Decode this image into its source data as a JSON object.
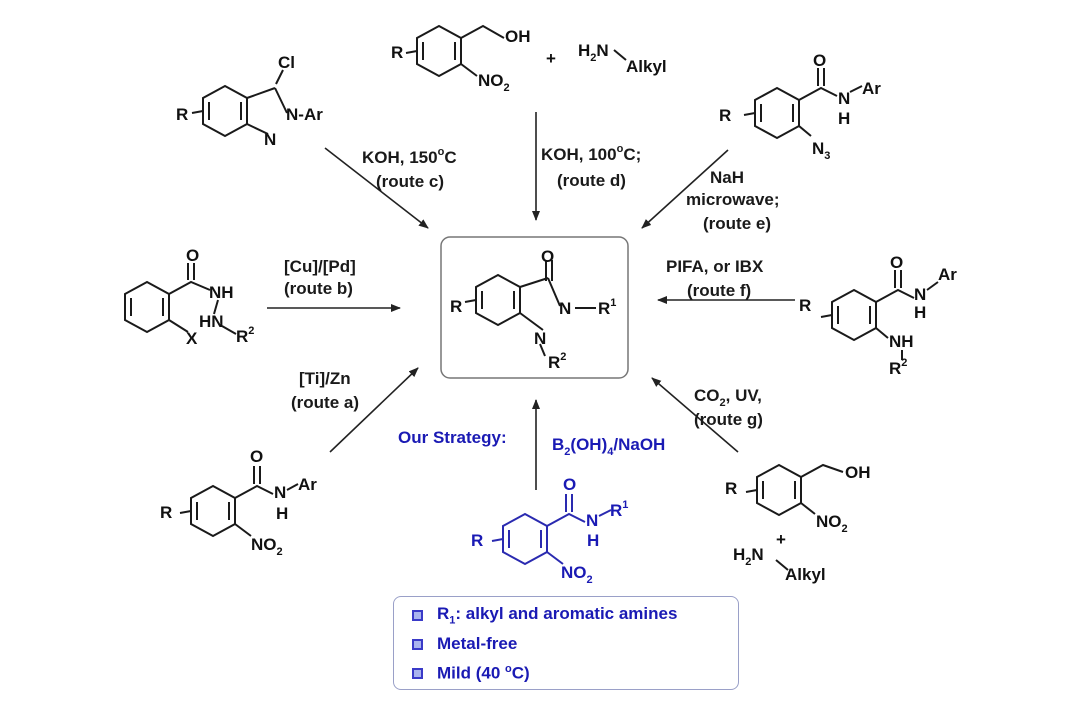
{
  "center": {
    "r": "R",
    "r1": "R",
    "r1_sup": "1",
    "n1": "N",
    "n2": "N",
    "r2": "R",
    "r2_sup": "2",
    "o": "O"
  },
  "routes": {
    "c": {
      "cond": "KOH, 150",
      "deg": "o",
      "unit": "C",
      "route": "(route c)",
      "sub": {
        "cl": "Cl",
        "r": "R",
        "n2": "N-Ar",
        "n1": "N"
      }
    },
    "d": {
      "cond": "KOH, 100",
      "deg": "o",
      "unit": "C;",
      "route": "(route d)",
      "sub": {
        "oh": "OH",
        "r": "R",
        "no2": "NO",
        "no2_sub": "2",
        "plus": "+",
        "amine_h": "H",
        "amine_sub": "2",
        "amine_n": "N",
        "alkyl": "Alkyl"
      }
    },
    "e": {
      "cond1": "NaH",
      "cond2": "microwave;",
      "route": "(route e)",
      "sub": {
        "o": "O",
        "n": "N",
        "ar": "Ar",
        "h": "H",
        "r": "R",
        "n3": "N",
        "n3_sub": "3"
      }
    },
    "b": {
      "cond": "[Cu]/[Pd]",
      "route": "(route b)",
      "sub": {
        "o": "O",
        "nh": "NH",
        "hn": "HN",
        "r2": "R",
        "r2_sup": "2",
        "x": "X"
      }
    },
    "f": {
      "cond": "PIFA, or IBX",
      "route": "(route f)",
      "sub": {
        "o": "O",
        "n": "N",
        "ar": "Ar",
        "h": "H",
        "r": "R",
        "nh": "NH",
        "r2": "R",
        "r2_sup": "2"
      }
    },
    "a": {
      "cond": "[Ti]/Zn",
      "route": "(route a)",
      "sub": {
        "o": "O",
        "n": "N",
        "ar": "Ar",
        "h": "H",
        "r": "R",
        "no2": "NO",
        "no2_sub": "2"
      }
    },
    "g": {
      "cond1": "CO",
      "cond1_sub": "2",
      "cond1_rest": ", UV,",
      "route": "(route g)",
      "sub": {
        "oh": "OH",
        "r": "R",
        "no2": "NO",
        "no2_sub": "2",
        "plus": "+",
        "amine_h": "H",
        "amine_sub": "2",
        "amine_n": "N",
        "alkyl": "Alkyl"
      }
    }
  },
  "strategy": {
    "label": "Our Strategy:",
    "reagent_b": "B",
    "reagent_b_sub": "2",
    "reagent_oh": "(OH)",
    "reagent_oh_sub": "4",
    "reagent_rest": "/NaOH",
    "sub": {
      "o": "O",
      "n": "N",
      "r1": "R",
      "r1_sup": "1",
      "h": "H",
      "r": "R",
      "no2": "NO",
      "no2_sub": "2"
    }
  },
  "features": [
    {
      "pre": "R",
      "sub": "1",
      "post": ": alkyl and aromatic amines"
    },
    {
      "pre": "Metal-free",
      "sub": "",
      "post": ""
    },
    {
      "pre": "Mild (40 ",
      "sup": "o",
      "post": "C)"
    }
  ],
  "colors": {
    "strategy": "#1a1ab4",
    "text": "#1a1a1a"
  }
}
